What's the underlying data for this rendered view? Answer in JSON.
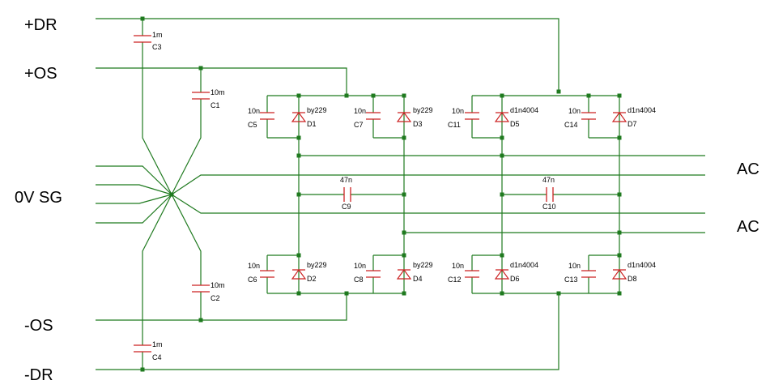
{
  "nets": {
    "dr_pos": "+DR",
    "os_pos": "+OS",
    "sg": "0V SG",
    "os_neg": "-OS",
    "dr_neg": "-DR",
    "ac_a": "AC",
    "ac_b": "AC"
  },
  "capacitors": {
    "C1": {
      "ref": "C1",
      "value": "10m"
    },
    "C2": {
      "ref": "C2",
      "value": "10m"
    },
    "C3": {
      "ref": "C3",
      "value": "1m"
    },
    "C4": {
      "ref": "C4",
      "value": "1m"
    },
    "C5": {
      "ref": "C5",
      "value": "10n"
    },
    "C6": {
      "ref": "C6",
      "value": "10n"
    },
    "C7": {
      "ref": "C7",
      "value": "10n"
    },
    "C8": {
      "ref": "C8",
      "value": "10n"
    },
    "C9": {
      "ref": "C9",
      "value": "47n"
    },
    "C10": {
      "ref": "C10",
      "value": "47n"
    },
    "C11": {
      "ref": "C11",
      "value": "10n"
    },
    "C12": {
      "ref": "C12",
      "value": "10n"
    },
    "C13": {
      "ref": "C13",
      "value": "10n"
    },
    "C14": {
      "ref": "C14",
      "value": "10n"
    }
  },
  "diodes": {
    "D1": {
      "ref": "D1",
      "value": "by229"
    },
    "D2": {
      "ref": "D2",
      "value": "by229"
    },
    "D3": {
      "ref": "D3",
      "value": "by229"
    },
    "D4": {
      "ref": "D4",
      "value": "by229"
    },
    "D5": {
      "ref": "D5",
      "value": "d1n4004"
    },
    "D6": {
      "ref": "D6",
      "value": "d1n4004"
    },
    "D7": {
      "ref": "D7",
      "value": "d1n4004"
    },
    "D8": {
      "ref": "D8",
      "value": "d1n4004"
    }
  },
  "colors": {
    "wire": "#1f7a1f",
    "component": "#cc2222",
    "text": "#000000",
    "background": "#ffffff"
  }
}
